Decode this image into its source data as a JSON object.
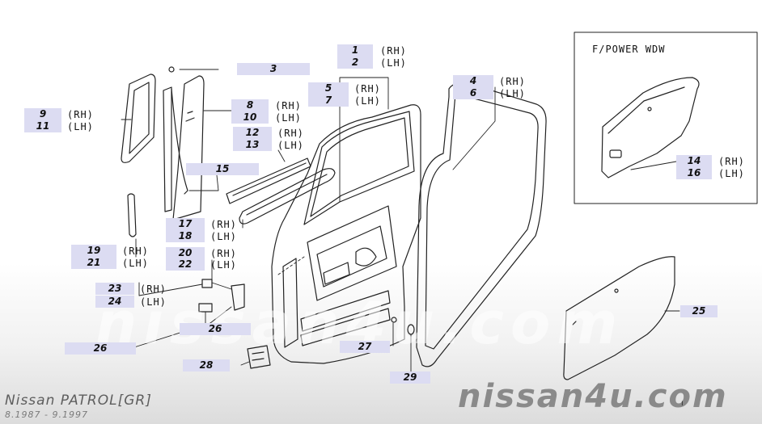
{
  "diagram": {
    "model_title": "Nissan PATROL[GR]",
    "production_range": "8.1987 - 9.1997",
    "brand_logo": "nissan4u.com",
    "watermark": "nissan4u.com",
    "page_mark": "ı",
    "inset_title": "F/POWER WDW",
    "callouts": [
      {
        "id": "c1",
        "num": "1",
        "side": "(RH)"
      },
      {
        "id": "c2",
        "num": "2",
        "side": "(LH)"
      },
      {
        "id": "c3",
        "num": "3",
        "side": ""
      },
      {
        "id": "c4",
        "num": "4",
        "side": "(RH)"
      },
      {
        "id": "c6",
        "num": "6",
        "side": "(LH)"
      },
      {
        "id": "c5",
        "num": "5",
        "side": "(RH)"
      },
      {
        "id": "c7",
        "num": "7",
        "side": "(LH)"
      },
      {
        "id": "c8",
        "num": "8",
        "side": "(RH)"
      },
      {
        "id": "c10",
        "num": "10",
        "side": "(LH)"
      },
      {
        "id": "c9",
        "num": "9",
        "side": "(RH)"
      },
      {
        "id": "c11",
        "num": "11",
        "side": "(LH)"
      },
      {
        "id": "c12",
        "num": "12",
        "side": "(RH)"
      },
      {
        "id": "c13",
        "num": "13",
        "side": "(LH)"
      },
      {
        "id": "c14",
        "num": "14",
        "side": "(RH)"
      },
      {
        "id": "c16",
        "num": "16",
        "side": "(LH)"
      },
      {
        "id": "c15",
        "num": "15",
        "side": ""
      },
      {
        "id": "c17",
        "num": "17",
        "side": "(RH)"
      },
      {
        "id": "c18",
        "num": "18",
        "side": "(LH)"
      },
      {
        "id": "c19",
        "num": "19",
        "side": "(RH)"
      },
      {
        "id": "c21",
        "num": "21",
        "side": "(LH)"
      },
      {
        "id": "c20",
        "num": "20",
        "side": "(RH)"
      },
      {
        "id": "c22",
        "num": "22",
        "side": "(LH)"
      },
      {
        "id": "c23",
        "num": "23",
        "side": "(RH)"
      },
      {
        "id": "c24",
        "num": "24",
        "side": "(LH)"
      },
      {
        "id": "c25",
        "num": "25",
        "side": ""
      },
      {
        "id": "c26a",
        "num": "26",
        "side": ""
      },
      {
        "id": "c26b",
        "num": "26",
        "side": ""
      },
      {
        "id": "c27",
        "num": "27",
        "side": ""
      },
      {
        "id": "c28",
        "num": "28",
        "side": ""
      },
      {
        "id": "c29",
        "num": "29",
        "side": ""
      }
    ]
  },
  "colors": {
    "callout_fill": "#dcdcf2",
    "line": "#222222",
    "logo_gray": "#8a8a8a",
    "background": "#ffffff"
  }
}
